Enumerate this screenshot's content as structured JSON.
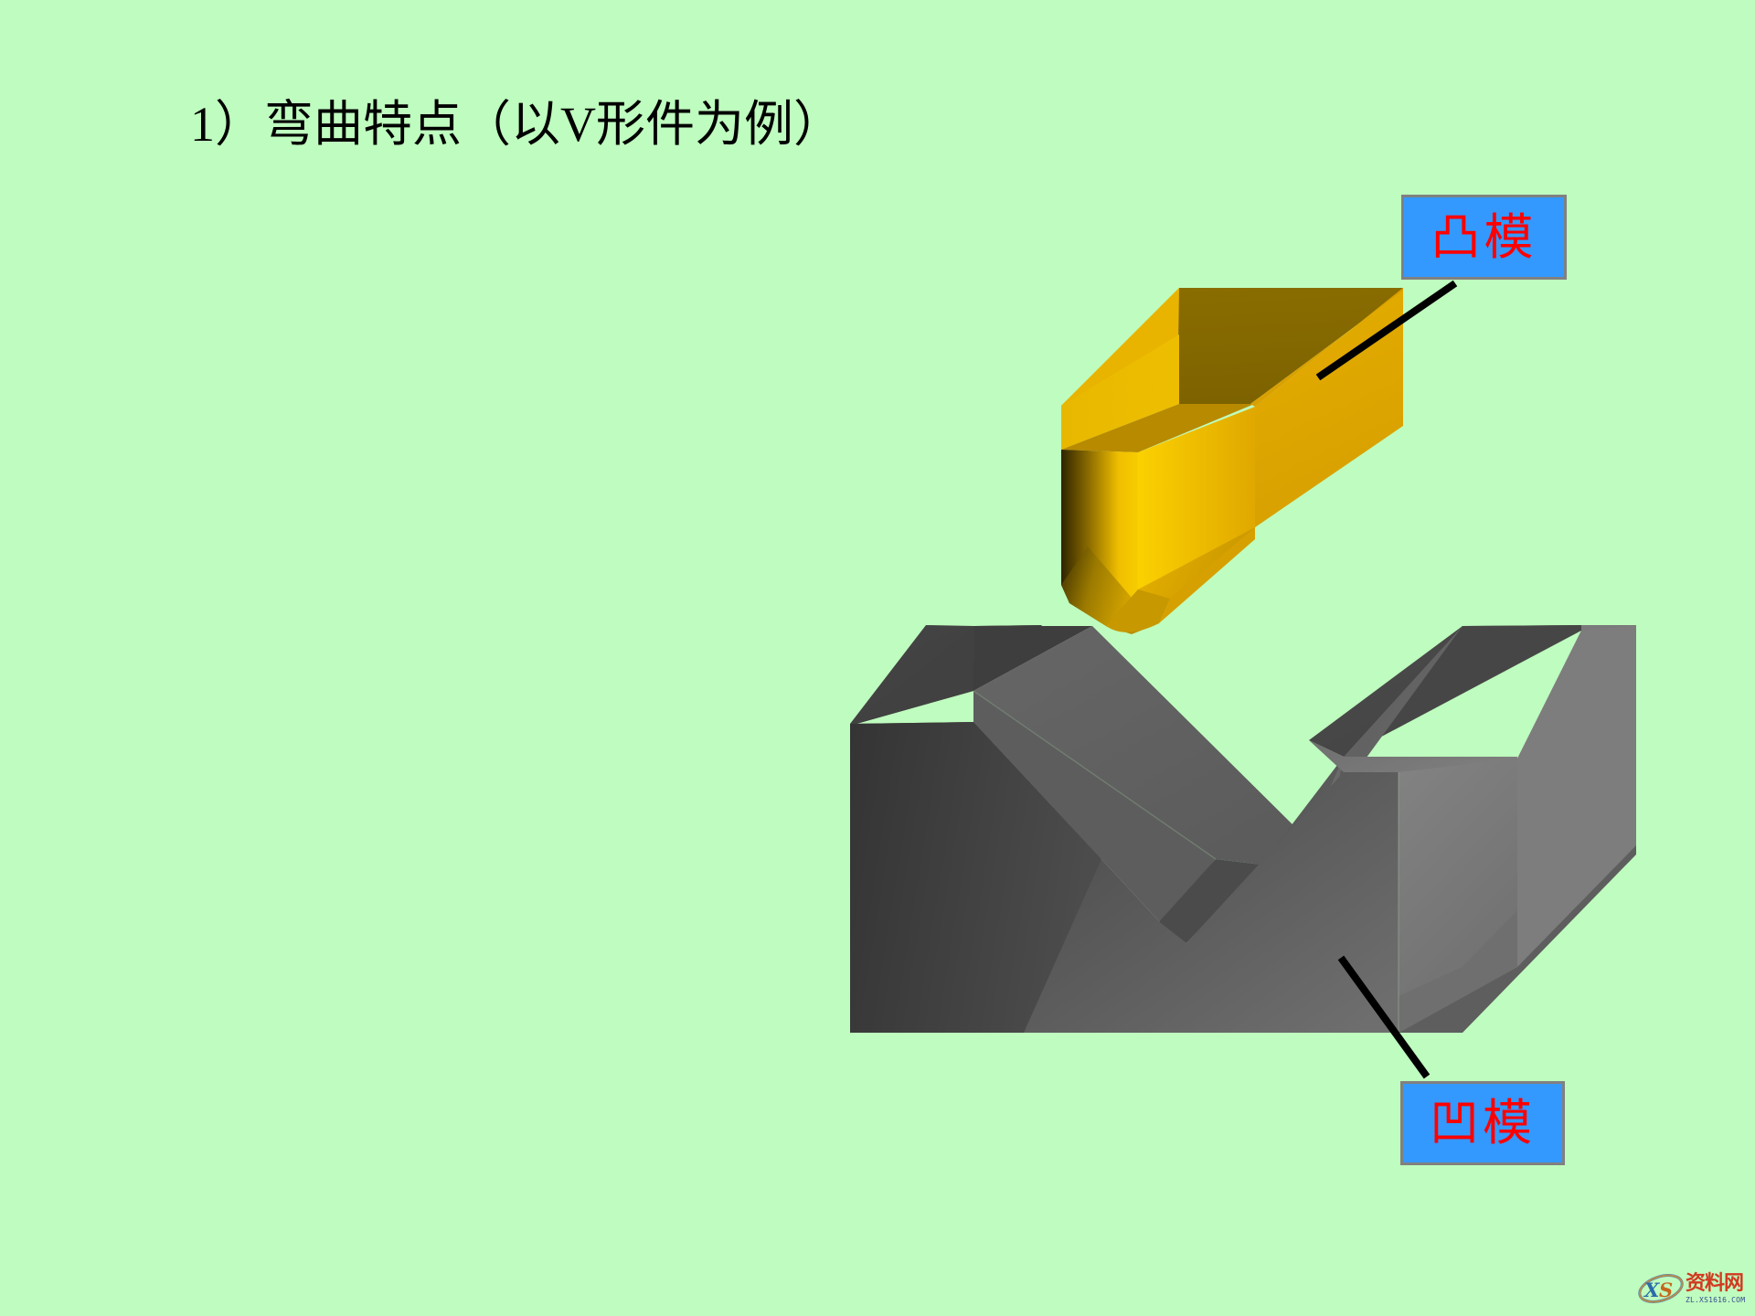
{
  "slide": {
    "background_color": "#bffcbf",
    "title": "1）弯曲特点（以V形件为例）"
  },
  "callouts": [
    {
      "id": "punch",
      "label": "凸模",
      "text_color": "#ff0000",
      "box_color": "#3399ff",
      "border_color": "#808080",
      "leader_line_color": "#000000"
    },
    {
      "id": "die",
      "label": "凹模",
      "text_color": "#ff0000",
      "box_color": "#3399ff",
      "border_color": "#808080",
      "leader_line_color": "#000000"
    }
  ],
  "figure": {
    "punch_name": "v-punch-3d",
    "punch_color_light": "#f5c200",
    "punch_color_dark": "#8a6d00",
    "die_name": "v-die-3d",
    "die_color_light": "#8c8c8c",
    "die_color_dark": "#3a3a3a"
  },
  "watermark": {
    "mark": "XS",
    "name": "资料网",
    "url": "ZL.XS1616.COM"
  }
}
